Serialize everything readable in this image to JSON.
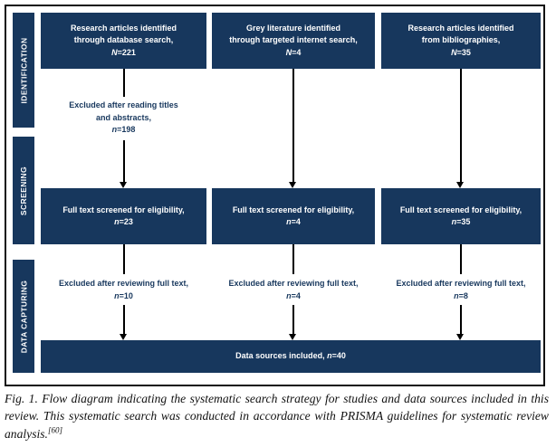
{
  "diagram": {
    "colors": {
      "box": "#17375d",
      "box_text": "#ffffff",
      "accent_text": "#17375d",
      "line": "#000000"
    },
    "stages": [
      {
        "label": "IDENTIFICATION"
      },
      {
        "label": "SCREENING"
      },
      {
        "label": "DATA CAPTURING"
      }
    ],
    "columns": [
      {
        "top_box": {
          "line1": "Research articles identified",
          "line2": "through database search,",
          "n_var": "N",
          "n_val": "=221"
        },
        "exclusion1": {
          "line1": "Excluded after reading titles",
          "line2": "and abstracts,",
          "n_var": "n",
          "n_val": "=198"
        },
        "screen_box": {
          "line1": "Full text screened for eligibility,",
          "n_var": "n",
          "n_val": "=23"
        },
        "exclusion2": {
          "line1": "Excluded after reviewing full text,",
          "n_var": "n",
          "n_val": "=10"
        }
      },
      {
        "top_box": {
          "line1": "Grey literature identified",
          "line2": "through targeted internet search,",
          "n_var": "N",
          "n_val": "=4"
        },
        "screen_box": {
          "line1": "Full text screened for eligibility,",
          "n_var": "n",
          "n_val": "=4"
        },
        "exclusion2": {
          "line1": "Excluded after reviewing full text,",
          "n_var": "n",
          "n_val": "=4"
        }
      },
      {
        "top_box": {
          "line1": "Research articles identified",
          "line2": "from bibliographies,",
          "n_var": "N",
          "n_val": "=35"
        },
        "screen_box": {
          "line1": "Full text screened for eligibility,",
          "n_var": "n",
          "n_val": "=35"
        },
        "exclusion2": {
          "line1": "Excluded after reviewing full text,",
          "n_var": "n",
          "n_val": "=8"
        }
      }
    ],
    "final_box": {
      "text": "Data sources included, ",
      "n_var": "n",
      "n_val": "=40"
    }
  },
  "caption": {
    "text": "Fig. 1. Flow diagram indicating the systematic search strategy for studies and data sources included in this review. This systematic search was conducted in accordance with PRISMA guidelines for systematic review analysis.",
    "ref": "[60]"
  }
}
